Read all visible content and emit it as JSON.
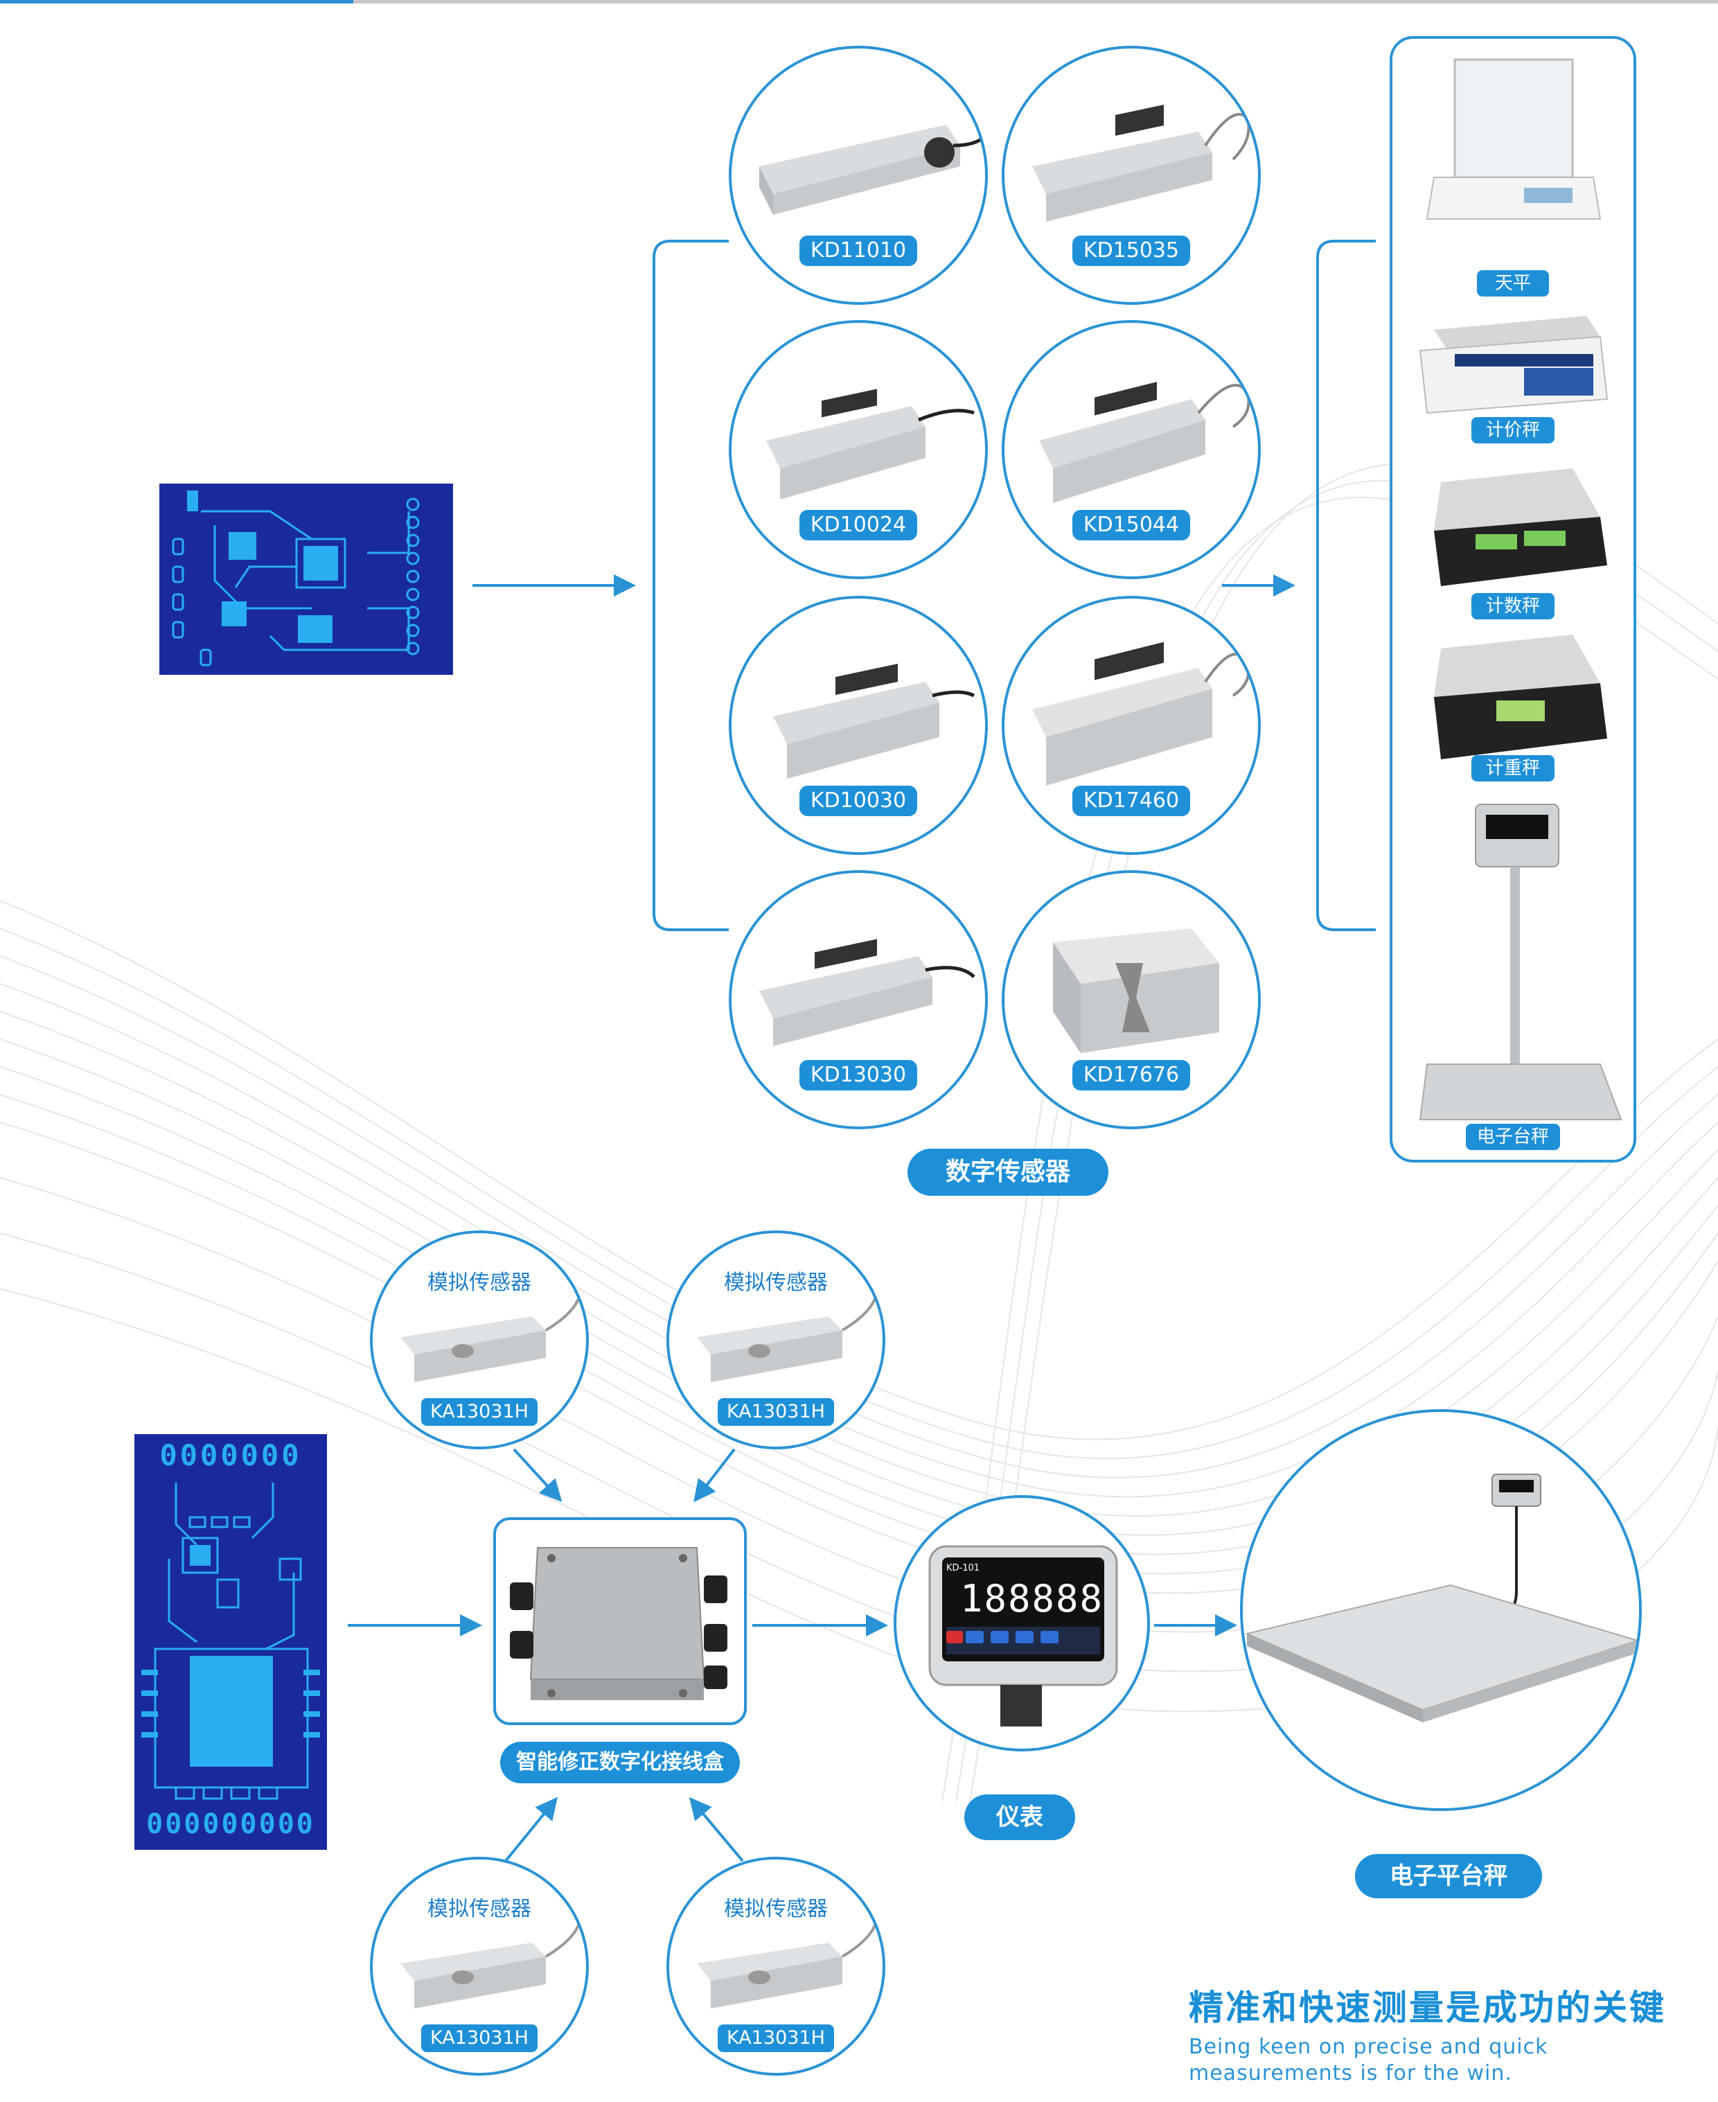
{
  "digital_sensors": [
    {
      "label": "KD11010"
    },
    {
      "label": "KD15035"
    },
    {
      "label": "KD10024"
    },
    {
      "label": "KD15044"
    },
    {
      "label": "KD10030"
    },
    {
      "label": "KD17460"
    },
    {
      "label": "KD13030"
    },
    {
      "label": "KD17676"
    }
  ],
  "digital_sensors_title": "数字传感器",
  "products": [
    {
      "label": "天平"
    },
    {
      "label": "计价秤"
    },
    {
      "label": "计数秤"
    },
    {
      "label": "计重秤"
    },
    {
      "label": "电子台秤"
    }
  ],
  "analog_sensors": [
    {
      "title": "模拟传感器",
      "label": "KA13031H"
    },
    {
      "title": "模拟传感器",
      "label": "KA13031H"
    },
    {
      "title": "模拟传感器",
      "label": "KA13031H"
    },
    {
      "title": "模拟传感器",
      "label": "KA13031H"
    }
  ],
  "pcb2": {
    "top_digits": "0000000",
    "bottom_digits": "000000000"
  },
  "junction_box_label": "智能修正数字化接线盒",
  "indicator": {
    "label": "仪表",
    "model": "KD-101",
    "display": "188888"
  },
  "platform_scale_label": "电子平台秤",
  "slogan": {
    "cn": "精准和快速测量是成功的关键",
    "en_line1": "Being keen on precise and quick",
    "en_line2": "measurements is for the win."
  },
  "colors": {
    "accent": "#1e90d8",
    "pcb": "#1a2a9e",
    "pcb_trace": "#29aef0"
  }
}
